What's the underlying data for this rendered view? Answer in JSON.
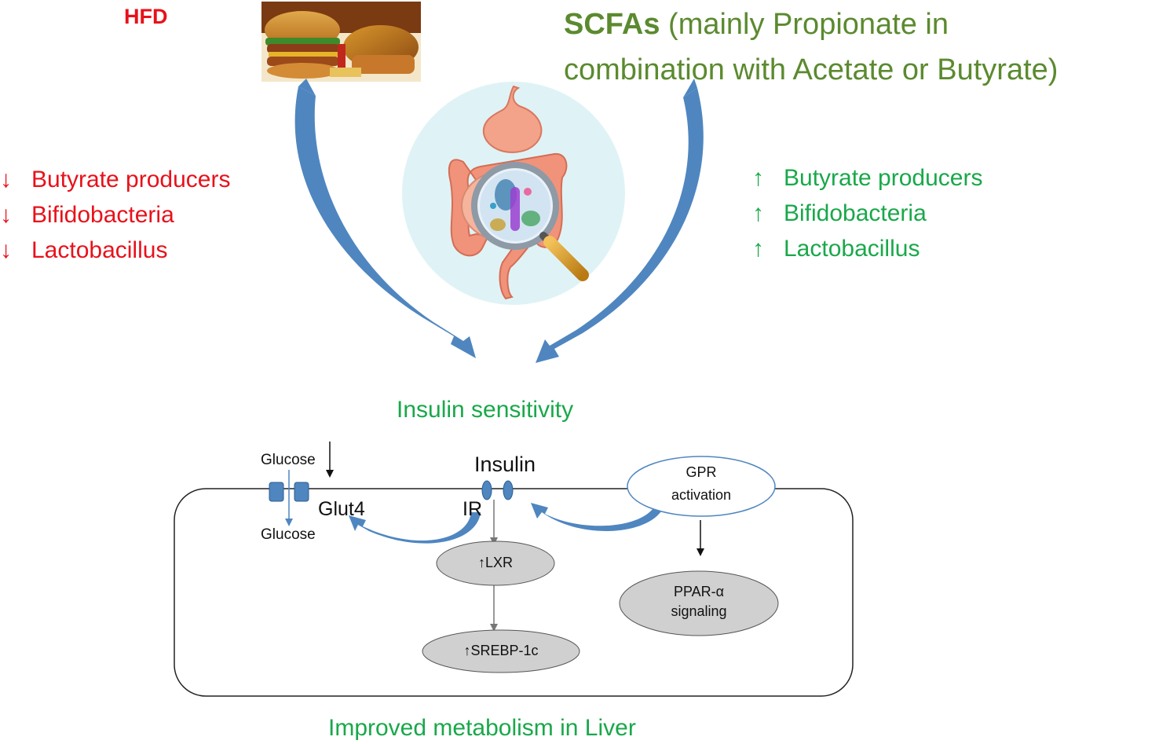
{
  "top": {
    "hfd_label": "HFD",
    "scfa_bold": "SCFAs",
    "scfa_rest": " (mainly Propionate in",
    "scfa_line2": "combination with Acetate or Butyrate)"
  },
  "decreased": {
    "symbol": "↓",
    "items": [
      "Butyrate producers",
      "Bifidobacteria",
      "Lactobacillus"
    ],
    "color": "#e8111a"
  },
  "increased": {
    "symbol": "↑",
    "items": [
      "Butyrate producers",
      "Bifidobacteria",
      "Lactobacillus"
    ],
    "color": "#19a84a"
  },
  "middle": {
    "insulin_sensitivity": "Insulin sensitivity"
  },
  "cell": {
    "glucose_outside": "Glucose",
    "glucose_inside": "Glucose",
    "glut4": "Glut4",
    "insulin": "Insulin",
    "ir": "IR",
    "gpr_line1": "GPR",
    "gpr_line2": "activation",
    "lxr": "↑LXR",
    "srebp": "↑SREBP-1c",
    "ppar_line1": "PPAR-α",
    "ppar_line2": "signaling"
  },
  "bottom": {
    "improved": "Improved metabolism in Liver"
  },
  "colors": {
    "arrow_blue": "#4f86c0",
    "node_gray": "#d0d0d0",
    "gut_circle": "#dff3f6"
  },
  "icons": [
    "food-image",
    "gut-magnifier-icon"
  ]
}
